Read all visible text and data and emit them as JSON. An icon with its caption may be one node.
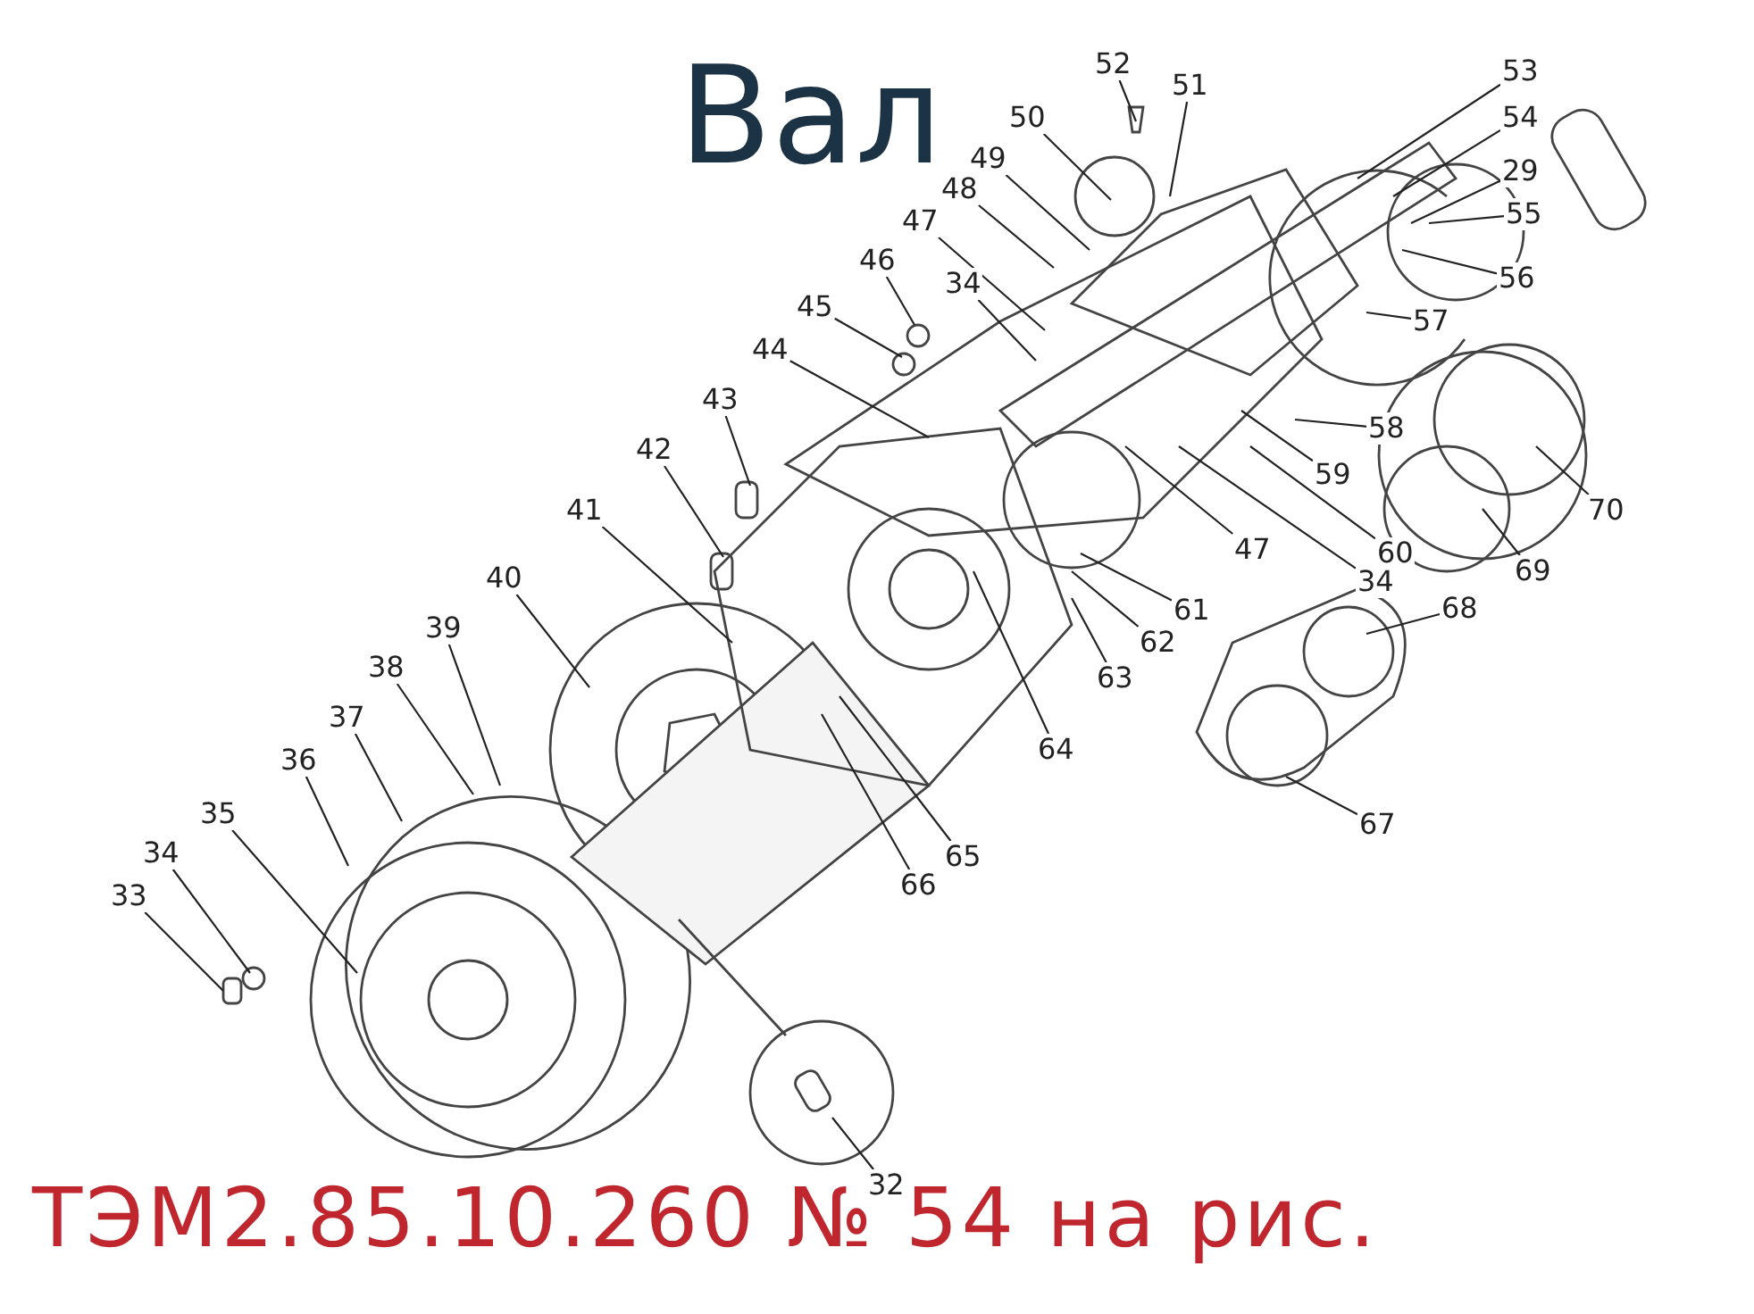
{
  "diagram": {
    "title": "Вал",
    "caption": "ТЭМ2.85.10.260 № 54 на рис.",
    "nodes": [
      {
        "text": [
          "52"
        ]
      },
      {
        "text": [
          "51"
        ]
      },
      {
        "text": [
          "53"
        ]
      },
      {
        "text": [
          "54"
        ]
      },
      {
        "text": [
          "29"
        ]
      },
      {
        "text": [
          "50"
        ]
      },
      {
        "text": [
          "49"
        ]
      },
      {
        "text": [
          "48"
        ]
      },
      {
        "text": [
          "47"
        ]
      },
      {
        "text": [
          "55"
        ]
      },
      {
        "text": [
          "46"
        ]
      },
      {
        "text": [
          "34"
        ]
      },
      {
        "text": [
          "56"
        ]
      },
      {
        "text": [
          "57"
        ]
      },
      {
        "text": [
          "45"
        ]
      },
      {
        "text": [
          "44"
        ]
      },
      {
        "text": [
          "43"
        ]
      },
      {
        "text": [
          "58"
        ]
      },
      {
        "text": [
          "42"
        ]
      },
      {
        "text": [
          "59"
        ]
      },
      {
        "text": [
          "60"
        ]
      },
      {
        "text": [
          "41"
        ]
      },
      {
        "text": [
          "40"
        ]
      },
      {
        "text": [
          "34"
        ]
      },
      {
        "text": [
          "47"
        ]
      },
      {
        "text": [
          "61"
        ]
      },
      {
        "text": [
          "39"
        ]
      },
      {
        "text": [
          "62"
        ]
      },
      {
        "text": [
          "38"
        ]
      },
      {
        "text": [
          "63"
        ]
      },
      {
        "text": [
          "37"
        ]
      },
      {
        "text": [
          "36"
        ]
      },
      {
        "text": [
          "64"
        ]
      },
      {
        "text": [
          "35"
        ]
      },
      {
        "text": [
          "34"
        ]
      },
      {
        "text": [
          "33"
        ]
      },
      {
        "text": [
          "65"
        ]
      },
      {
        "text": [
          "66"
        ]
      },
      {
        "text": [
          "32"
        ]
      },
      {
        "text": [
          "68"
        ]
      },
      {
        "text": [
          "67"
        ]
      },
      {
        "text": [
          "69"
        ]
      },
      {
        "text": [
          "70"
        ]
      }
    ],
    "edges": [
      {
        "from": 0,
        "to": null,
        "arrow": "none"
      },
      {
        "from": 1,
        "to": null,
        "arrow": "none"
      },
      {
        "from": 2,
        "to": null,
        "arrow": "none"
      },
      {
        "from": 3,
        "to": null,
        "arrow": "none"
      },
      {
        "from": 4,
        "to": null,
        "arrow": "none"
      },
      {
        "from": 5,
        "to": null,
        "arrow": "none"
      },
      {
        "from": 6,
        "to": null,
        "arrow": "none"
      },
      {
        "from": 7,
        "to": null,
        "arrow": "none"
      },
      {
        "from": 8,
        "to": null,
        "arrow": "none"
      },
      {
        "from": 9,
        "to": null,
        "arrow": "none"
      },
      {
        "from": 10,
        "to": null,
        "arrow": "none"
      },
      {
        "from": 11,
        "to": null,
        "arrow": "none"
      },
      {
        "from": 12,
        "to": null,
        "arrow": "none"
      },
      {
        "from": 13,
        "to": null,
        "arrow": "none"
      },
      {
        "from": 14,
        "to": null,
        "arrow": "none"
      },
      {
        "from": 15,
        "to": null,
        "arrow": "none"
      },
      {
        "from": 16,
        "to": null,
        "arrow": "none"
      },
      {
        "from": 17,
        "to": null,
        "arrow": "none"
      },
      {
        "from": 18,
        "to": null,
        "arrow": "none"
      },
      {
        "from": 19,
        "to": null,
        "arrow": "none"
      },
      {
        "from": 20,
        "to": null,
        "arrow": "none"
      },
      {
        "from": 21,
        "to": null,
        "arrow": "none"
      },
      {
        "from": 22,
        "to": null,
        "arrow": "none"
      },
      {
        "from": 23,
        "to": null,
        "arrow": "none"
      },
      {
        "from": 24,
        "to": null,
        "arrow": "none"
      },
      {
        "from": 25,
        "to": null,
        "arrow": "none"
      },
      {
        "from": 26,
        "to": null,
        "arrow": "none"
      },
      {
        "from": 27,
        "to": null,
        "arrow": "none"
      },
      {
        "from": 28,
        "to": null,
        "arrow": "none"
      },
      {
        "from": 29,
        "to": null,
        "arrow": "none"
      },
      {
        "from": 30,
        "to": null,
        "arrow": "none"
      },
      {
        "from": 31,
        "to": null,
        "arrow": "none"
      },
      {
        "from": 32,
        "to": null,
        "arrow": "none"
      },
      {
        "from": 33,
        "to": null,
        "arrow": "none"
      },
      {
        "from": 34,
        "to": null,
        "arrow": "none"
      },
      {
        "from": 35,
        "to": null,
        "arrow": "none"
      },
      {
        "from": 36,
        "to": null,
        "arrow": "none"
      },
      {
        "from": 37,
        "to": null,
        "arrow": "none"
      },
      {
        "from": 38,
        "to": null,
        "arrow": "none"
      },
      {
        "from": 39,
        "to": null,
        "arrow": "none"
      },
      {
        "from": 40,
        "to": null,
        "arrow": "none"
      },
      {
        "from": 41,
        "to": null,
        "arrow": "none"
      },
      {
        "from": 42,
        "to": null,
        "arrow": "none"
      }
    ]
  }
}
